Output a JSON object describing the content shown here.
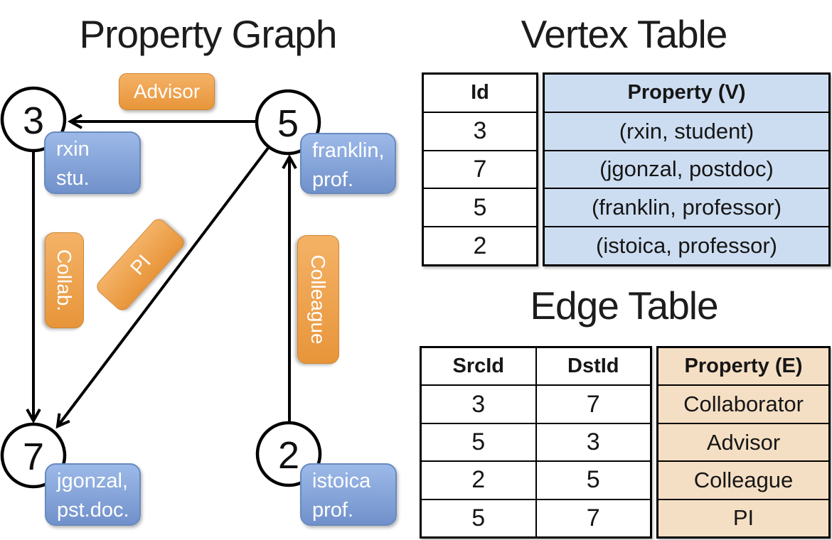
{
  "graph": {
    "title": "Property Graph",
    "nodes": [
      {
        "id": "3",
        "label_line1": "rxin",
        "label_line2": "stu."
      },
      {
        "id": "5",
        "label_line1": "franklin,",
        "label_line2": "prof."
      },
      {
        "id": "7",
        "label_line1": "jgonzal,",
        "label_line2": "pst.doc."
      },
      {
        "id": "2",
        "label_line1": "istoica",
        "label_line2": "prof."
      }
    ],
    "edge_labels": {
      "advisor": "Advisor",
      "collab": "Collab.",
      "pi": "PI",
      "colleague": "Colleague"
    }
  },
  "vertex_table": {
    "title": "Vertex Table",
    "columns": [
      "Id",
      "Property (V)"
    ],
    "rows": [
      [
        "3",
        "(rxin, student)"
      ],
      [
        "7",
        "(jgonzal, postdoc)"
      ],
      [
        "5",
        "(franklin, professor)"
      ],
      [
        "2",
        "(istoica, professor)"
      ]
    ]
  },
  "edge_table": {
    "title": "Edge Table",
    "columns": [
      "SrcId",
      "DstId",
      "Property (E)"
    ],
    "rows": [
      [
        "3",
        "7",
        "Collaborator"
      ],
      [
        "5",
        "3",
        "Advisor"
      ],
      [
        "2",
        "5",
        "Colleague"
      ],
      [
        "5",
        "7",
        "PI"
      ]
    ]
  },
  "colors": {
    "edge_label_orange_top": "#f4b266",
    "edge_label_orange_bottom": "#e8953a",
    "vertex_box_blue_top": "#9cb9e8",
    "vertex_box_blue_bottom": "#7191cb",
    "vertex_table_fill": "#cdddf1",
    "edge_table_fill": "#f5dfc4",
    "line_color": "#000000"
  }
}
